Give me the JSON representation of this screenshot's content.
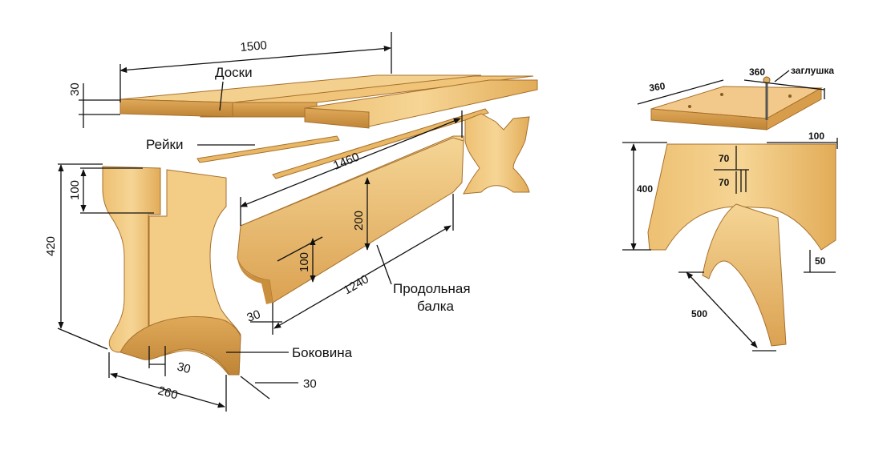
{
  "bench": {
    "dims": {
      "length_total": "1500",
      "board_thickness": "30",
      "rail_length": "1460",
      "beam_height": "200",
      "beam_length": "1240",
      "beam_notch": "100",
      "beam_thickness": "30",
      "side_height": "420",
      "side_top_notch": "100",
      "side_width": "260",
      "side_slot": "30",
      "side_thickness": "30"
    },
    "labels": {
      "boards": "Доски",
      "rails": "Рейки",
      "beam_line1": "Продольная",
      "beam_line2": "балка",
      "side": "Боковина"
    }
  },
  "stool": {
    "dims": {
      "top_depth": "360",
      "top_width": "360",
      "overhang": "100",
      "slot_upper": "70",
      "slot_lower": "70",
      "height": "400",
      "foot": "50",
      "leg_width": "500"
    },
    "labels": {
      "plug": "заглушка"
    }
  },
  "colors": {
    "wood_light": "#f3cf86",
    "wood_mid": "#e6b462",
    "wood_dark": "#c98f3d",
    "ink": "#111111"
  }
}
